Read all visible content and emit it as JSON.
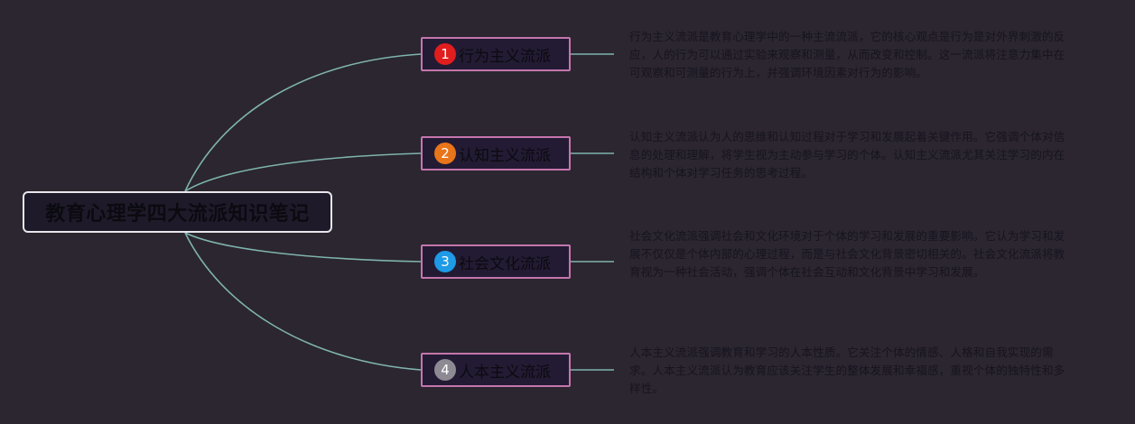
{
  "root": {
    "label": "教育心理学四大流派知识笔记"
  },
  "colors": {
    "background": "#2b2630",
    "link": "#7fb3ad",
    "branch_border": "#c576ad",
    "badge_1": "#e11d1d",
    "badge_2": "#e8751a",
    "badge_3": "#1e9ae6",
    "badge_4": "#8e8a93"
  },
  "branches": [
    {
      "number": "1",
      "label": "行为主义流派",
      "description": "行为主义流派是教育心理学中的一种主流流派，它的核心观点是行为是对外界刺激的反应，人的行为可以通过实验来观察和测量，从而改变和控制。这一流派将注意力集中在可观察和可测量的行为上，并强调环境因素对行为的影响。"
    },
    {
      "number": "2",
      "label": "认知主义流派",
      "description": "认知主义流派认为人的思维和认知过程对于学习和发展起着关键作用。它强调个体对信息的处理和理解，将学生视为主动参与学习的个体。认知主义流派尤其关注学习的内在结构和个体对学习任务的思考过程。"
    },
    {
      "number": "3",
      "label": "社会文化流派",
      "description": "社会文化流派强调社会和文化环境对于个体的学习和发展的重要影响。它认为学习和发展不仅仅是个体内部的心理过程，而是与社会文化背景密切相关的。社会文化流派将教育视为一种社会活动，强调个体在社会互动和文化背景中学习和发展。"
    },
    {
      "number": "4",
      "label": "人本主义流派",
      "description": "人本主义流派强调教育和学习的人本性质。它关注个体的情感、人格和自我实现的需求。人本主义流派认为教育应该关注学生的整体发展和幸福感，重视个体的独特性和多样性。"
    }
  ]
}
